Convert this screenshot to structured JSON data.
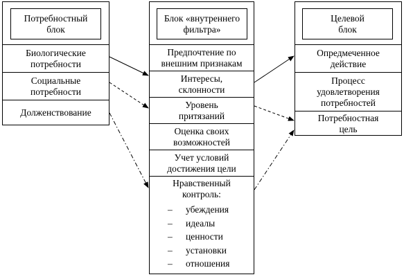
{
  "left": {
    "title": [
      "Потребностный",
      "блок"
    ],
    "items": [
      [
        "Биологические",
        "потребности"
      ],
      [
        "Социальные",
        "потребности"
      ],
      [
        "Долженствование"
      ]
    ]
  },
  "middle": {
    "title": [
      "Блок «внутреннего",
      "фильтра»"
    ],
    "items": [
      [
        "Предпочтение по",
        "внешним признакам"
      ],
      [
        "Интересы,",
        "склонности"
      ],
      [
        "Уровень",
        "притязаний"
      ],
      [
        "Оценка своих",
        "возможностей"
      ],
      [
        "Учет условий",
        "достижения цели"
      ]
    ],
    "control": {
      "title": [
        "Нравственный",
        "контроль:"
      ],
      "dash": "–",
      "list": [
        "убеждения",
        "идеалы",
        "ценности",
        "установки",
        "отношения"
      ]
    }
  },
  "right": {
    "title": [
      "Целевой",
      "блок"
    ],
    "items": [
      [
        "Опредмеченное",
        "действие"
      ],
      [
        "Процесс",
        "удовлетворения",
        "потребностей"
      ],
      [
        "Потребностная",
        "цель"
      ]
    ]
  }
}
